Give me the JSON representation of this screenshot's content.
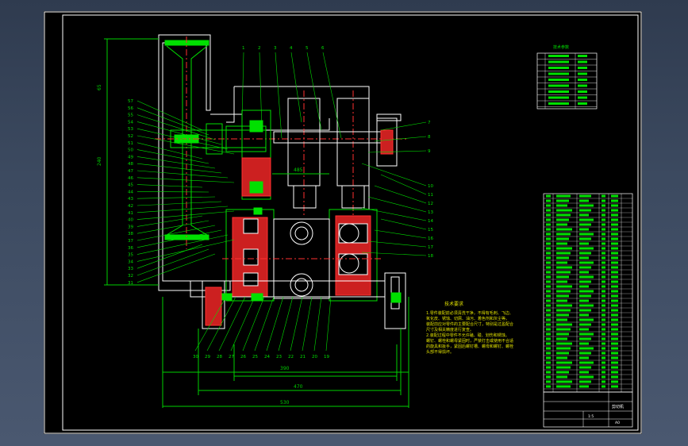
{
  "drawing": {
    "tech_req_title": "技术要求",
    "tech_req_lines": [
      "1.零件装配前必须清洗干净，不得有毛刺、飞边、",
      "氧化皮、锈蚀、切屑、油污、着色剂和灰尘等。",
      "装配前应对零件的主要配合尺寸，特别是过盈配合",
      "尺寸及相关精度进行复查。",
      "2.装配过程中零件不允许磕、碰、划伤和锈蚀。",
      "螺钉、螺栓和螺母紧固时，严禁打击或使用不合适",
      "的旋具和扳手，紧固后螺钉槽、螺母和螺钉、螺栓",
      "头部不得损坏。"
    ],
    "spec_table_title": "技术参数",
    "dim_labels": [
      "240",
      "390",
      "470",
      "530",
      "485",
      "65"
    ],
    "part_callouts_top": [
      "1",
      "2",
      "3",
      "4",
      "5",
      "6"
    ],
    "part_callouts_right": [
      "7",
      "8",
      "9",
      "10",
      "11",
      "12",
      "13",
      "14",
      "15",
      "16",
      "17",
      "18"
    ],
    "part_callouts_left": [
      "57",
      "56",
      "55",
      "54",
      "53",
      "52",
      "51",
      "50",
      "49",
      "48",
      "47",
      "46",
      "45",
      "44",
      "43",
      "42",
      "41",
      "40",
      "39",
      "38",
      "37",
      "36",
      "35",
      "34",
      "33",
      "32",
      "31"
    ],
    "part_callouts_bottom": [
      "30",
      "29",
      "28",
      "27",
      "26",
      "25",
      "24",
      "23",
      "22",
      "21",
      "20",
      "19"
    ],
    "title_block": {
      "name": "剪切机",
      "scale": "1:5",
      "sheet": "A0"
    }
  },
  "colors": {
    "outline": "#ffffff",
    "part": "#00e000",
    "dimension": "#00d000",
    "centerline": "#ff3030",
    "section": "#ff2020",
    "tech_text": "#e0e000"
  }
}
